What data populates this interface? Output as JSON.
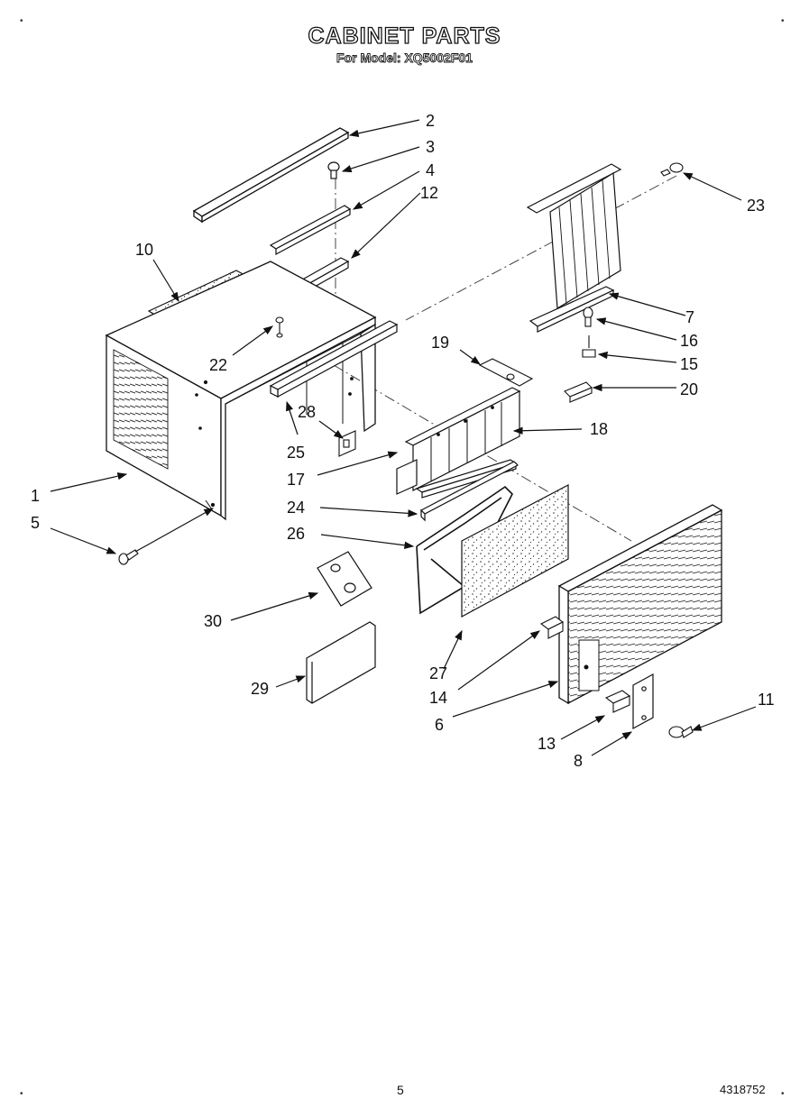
{
  "header": {
    "title": "CABINET PARTS",
    "subtitle": "For Model: XQ5002F01"
  },
  "footer": {
    "page_number": "5",
    "document_number": "4318752"
  },
  "corner_marks": [
    "•",
    "•",
    "•",
    "•"
  ],
  "callouts": [
    {
      "id": "2",
      "label": "2"
    },
    {
      "id": "3",
      "label": "3"
    },
    {
      "id": "4",
      "label": "4"
    },
    {
      "id": "12",
      "label": "12"
    },
    {
      "id": "10",
      "label": "10"
    },
    {
      "id": "22",
      "label": "22"
    },
    {
      "id": "1",
      "label": "1"
    },
    {
      "id": "5",
      "label": "5"
    },
    {
      "id": "28",
      "label": "28"
    },
    {
      "id": "25",
      "label": "25"
    },
    {
      "id": "17",
      "label": "17"
    },
    {
      "id": "19",
      "label": "19"
    },
    {
      "id": "18",
      "label": "18"
    },
    {
      "id": "24",
      "label": "24"
    },
    {
      "id": "26",
      "label": "26"
    },
    {
      "id": "30",
      "label": "30"
    },
    {
      "id": "29",
      "label": "29"
    },
    {
      "id": "27",
      "label": "27"
    },
    {
      "id": "14",
      "label": "14"
    },
    {
      "id": "6",
      "label": "6"
    },
    {
      "id": "13",
      "label": "13"
    },
    {
      "id": "8",
      "label": "8"
    },
    {
      "id": "11",
      "label": "11"
    },
    {
      "id": "23",
      "label": "23"
    },
    {
      "id": "7",
      "label": "7"
    },
    {
      "id": "16",
      "label": "16"
    },
    {
      "id": "15",
      "label": "15"
    },
    {
      "id": "20",
      "label": "20"
    }
  ]
}
